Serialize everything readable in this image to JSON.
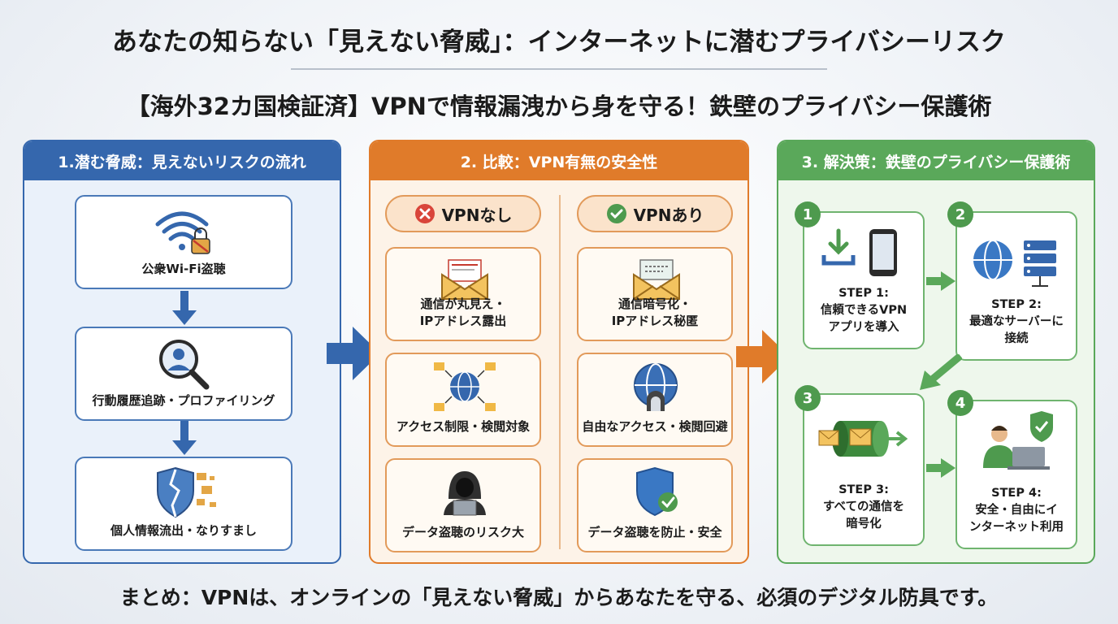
{
  "title": "あなたの知らない「見えない脅威」：インターネットに潜むプライバシーリスク",
  "subtitle": "【海外32カ国検証済】VPNで情報漏洩から身を守る！鉄壁のプライバシー保護術",
  "panel1": {
    "header": "1.潜む脅威：見えないリスクの流れ",
    "cards": [
      {
        "label": "公衆Wi-Fi盗聴"
      },
      {
        "label": "行動履歴追跡・プロファイリング"
      },
      {
        "label": "個人情報流出・なりすまし"
      }
    ]
  },
  "panel2": {
    "header": "2. 比較：VPN有無の安全性",
    "left": {
      "label": "VPNなし",
      "cards": [
        {
          "line1": "通信が丸見え・",
          "line2": "IPアドレス露出"
        },
        {
          "line1": "アクセス制限・検閲対象",
          "line2": ""
        },
        {
          "line1": "データ盗聴のリスク大",
          "line2": ""
        }
      ]
    },
    "right": {
      "label": "VPNあり",
      "cards": [
        {
          "line1": "通信暗号化・",
          "line2": "IPアドレス秘匿"
        },
        {
          "line1": "自由なアクセス・検閲回避",
          "line2": ""
        },
        {
          "line1": "データ盗聴を防止・安全",
          "line2": ""
        }
      ]
    }
  },
  "panel3": {
    "header": "3. 解決策：鉄壁のプライバシー保護術",
    "steps": [
      {
        "num": "1",
        "line1": "STEP 1:",
        "line2": "信頼できるVPN",
        "line3": "アプリを導入"
      },
      {
        "num": "2",
        "line1": "STEP 2:",
        "line2": "最適なサーバーに",
        "line3": "接続"
      },
      {
        "num": "3",
        "line1": "STEP 3:",
        "line2": "すべての通信を",
        "line3": "暗号化"
      },
      {
        "num": "4",
        "line1": "STEP 4:",
        "line2": "安全・自由にイ",
        "line3": "ンターネット利用"
      }
    ]
  },
  "summary": "まとめ：VPNは、オンラインの「見えない脅威」からあなたを守る、必須のデジタル防具です。",
  "colors": {
    "blue": "#3567ad",
    "orange": "#e07b2a",
    "green": "#5aa85a"
  }
}
